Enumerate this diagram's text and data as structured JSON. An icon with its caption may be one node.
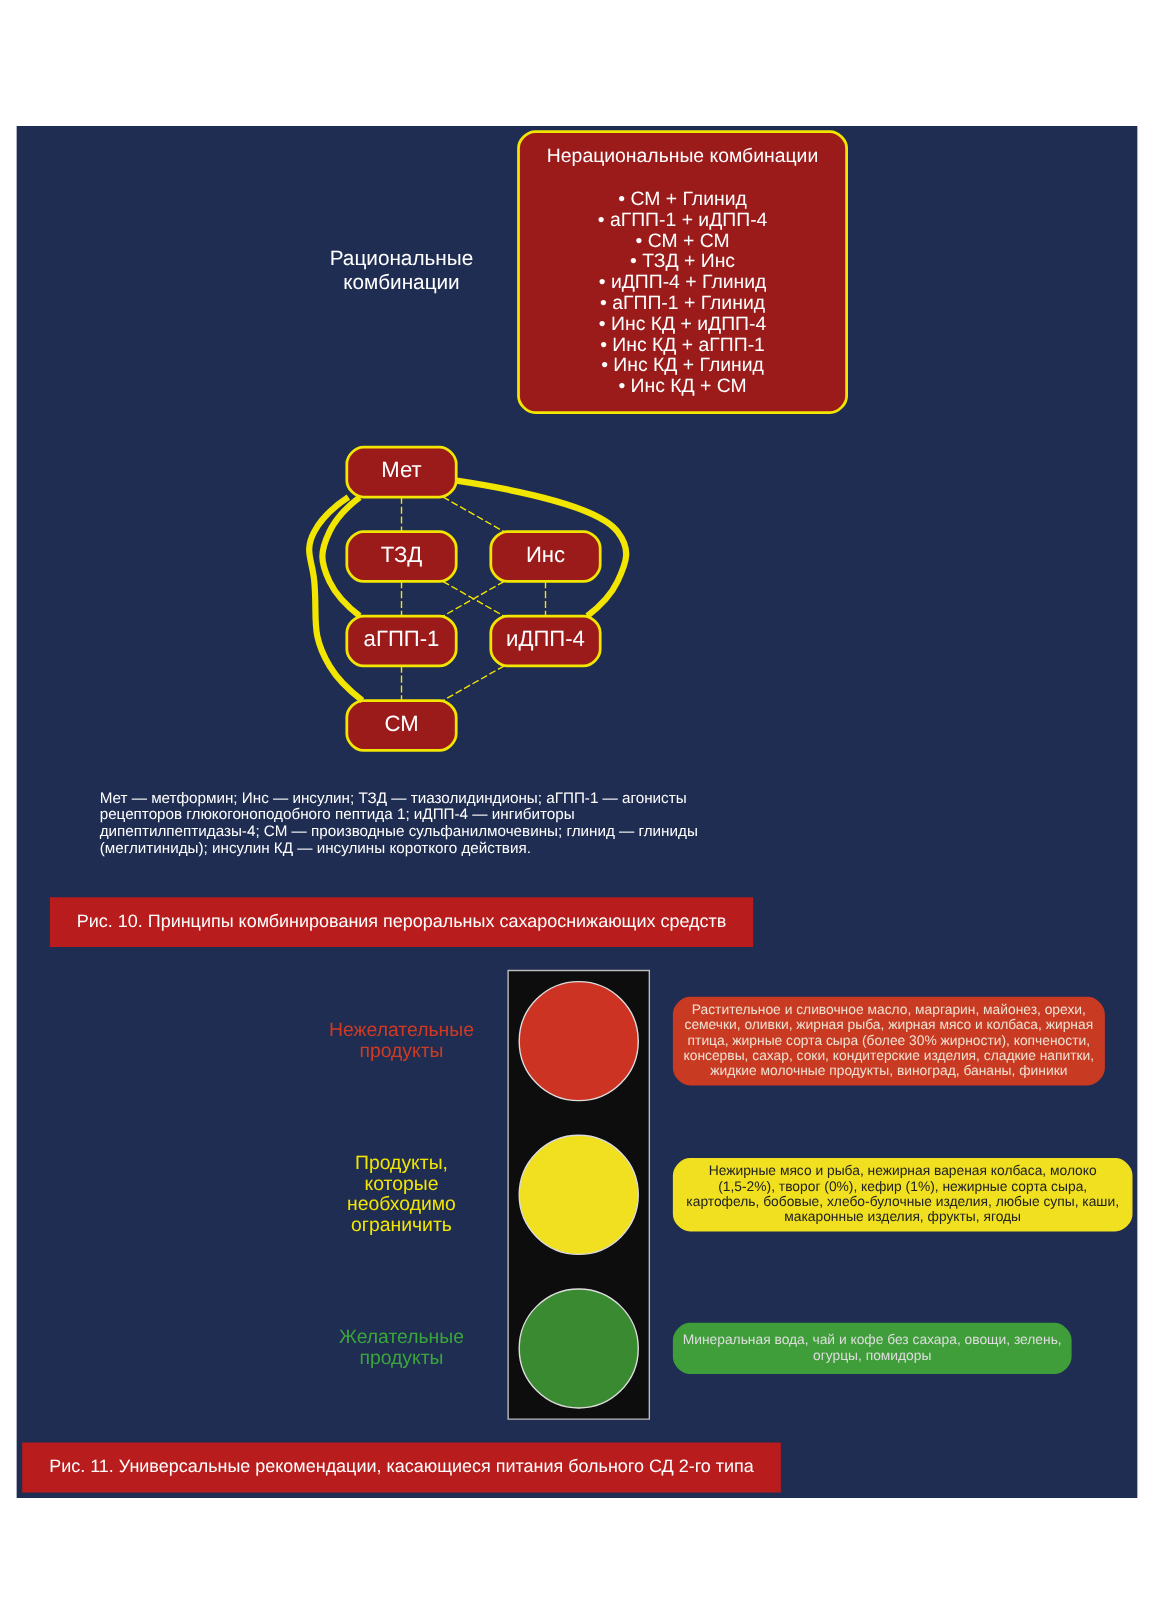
{
  "diagram": {
    "nodes": [
      {
        "text": [
          "Мет"
        ]
      },
      {
        "text": [
          "Инс"
        ]
      },
      {
        "text": [
          "ТЗД"
        ]
      },
      {
        "text": [
          "аГПП-1"
        ]
      },
      {
        "text": [
          "иДПП-4"
        ]
      },
      {
        "text": [
          "СМ"
        ]
      },
      {
        "text": [
          "Нерациональные комбинации",
          "• СМ + Глинид",
          "• аГПП-1 + иДПП-4",
          "• СМ + СМ",
          "• ТЗД + Инс",
          "• иДПП-4 + Глинид",
          "• аГПП-1 + Глинид",
          "• Инс КД + иДПП-4",
          "• Инс КД + аГПП-1",
          "• Инс КД + Глинид",
          "• Инс КД + СМ"
        ]
      },
      {
        "text": [],
        "shape": "box"
      },
      {
        "text": [],
        "shape": "circle",
        "in": 7
      },
      {
        "text": [],
        "shape": "circle",
        "in": 7
      },
      {
        "text": [],
        "shape": "circle",
        "in": 7
      },
      {
        "text": [
          "Растительное и сливочное масло, маргарин, майонез, орехи, семечки, оливки, жирная рыба, жирная мясо и колбаса, жирная птица, жирные сорта сыра (более 30% жирности), копчености, консервы, сахар, соки, кондитерские изделия, сладкие напитки, жидкие молочные продукты, виноград, бананы, финики"
        ]
      },
      {
        "text": [
          "Нежирные мясо и рыба, нежирная вареная колбаса, молоко (1,5-2%), творог (0%), кефир (1%), нежирные сорта сыра, картофель, бобовые, хлебо-булочные изделия, любые супы, каши, макаронные изделия, фрукты, ягоды"
        ]
      },
      {
        "text": [
          "Минеральная вода, чай и кофе без сахара, овощи, зелень, огурцы, помидоры"
        ]
      }
    ],
    "edges": [
      {
        "from": 0,
        "to": 3,
        "arrow": "none",
        "style": "thick"
      },
      {
        "from": 0,
        "to": 5,
        "arrow": "none",
        "style": "thick"
      },
      {
        "from": 0,
        "to": 4,
        "arrow": "none",
        "style": "thick"
      },
      {
        "from": 0,
        "to": 1,
        "arrow": "none",
        "style": "dashed"
      },
      {
        "from": 0,
        "to": 2,
        "arrow": "none",
        "style": "dashed"
      },
      {
        "from": 1,
        "to": 3,
        "arrow": "none",
        "style": "dashed"
      },
      {
        "from": 1,
        "to": 4,
        "arrow": "none",
        "style": "dashed"
      },
      {
        "from": 2,
        "to": 3,
        "arrow": "none",
        "style": "dashed"
      },
      {
        "from": 2,
        "to": 4,
        "arrow": "none",
        "style": "dashed"
      },
      {
        "from": 3,
        "to": 5,
        "arrow": "none",
        "style": "dashed"
      },
      {
        "from": 4,
        "to": 5,
        "arrow": "none",
        "style": "dashed"
      }
    ],
    "labels": [
      "Рациональные комбинации",
      "Мет — метформин; Инс — инсулин; ТЗД — тиазолидиндионы; аГПП-1 — агонисты рецепторов глюкогоноподобного пептида 1; иДПП-4 — ингибиторы дипептилпептидазы-4; СМ — производные сульфанилмочевины; глинид — глиниды (меглитиниды); инсулин КД — инсулины короткого действия.",
      "Рис. 10. Принципы комбинирования пероральных сахароснижающих средств",
      "Нежелательные продукты",
      "Продукты, которые необходимо ограничить",
      "Желательные продукты",
      "Рис. 11. Универсальные рекомендации, касающиеся питания больного СД 2-го типа"
    ]
  }
}
